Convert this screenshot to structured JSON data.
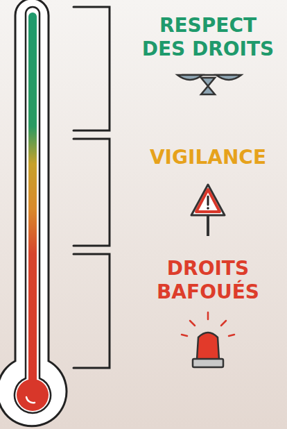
{
  "diagram": {
    "labels": [
      "RESPECT DES DROITS",
      "VIGILANCE",
      "DROITS BAFOUÉS"
    ]
  }
}
